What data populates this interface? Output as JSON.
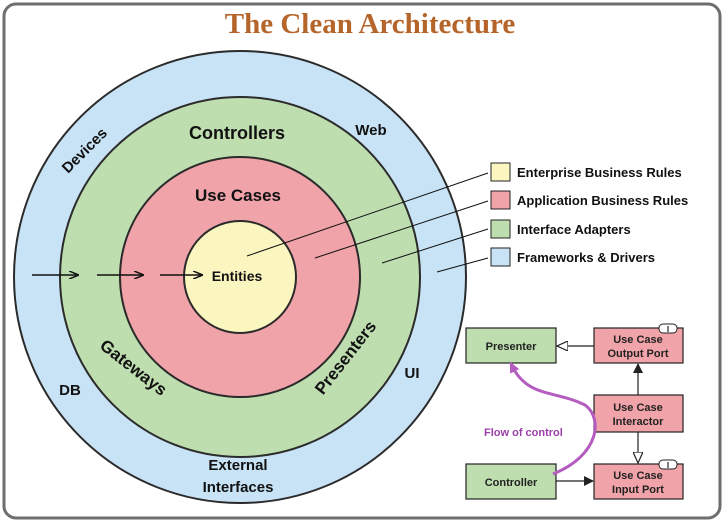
{
  "title": "The Clean Architecture",
  "colors": {
    "frame_border": "#6e6e6e",
    "title": "#b5652a",
    "frameworks": "#c8e3f5",
    "adapters": "#bfdeb0",
    "application": "#f0a3a8",
    "enterprise": "#fbf5bf",
    "ring_stroke": "#2b2b2b",
    "flow": "#b45cc0"
  },
  "rings": {
    "entities": "Entities",
    "use_cases": "Use Cases",
    "controllers": "Controllers",
    "gateways": "Gateways",
    "presenters": "Presenters",
    "devices": "Devices",
    "web": "Web",
    "db": "DB",
    "ui": "UI",
    "external_line1": "External",
    "external_line2": "Interfaces"
  },
  "legend": [
    {
      "label": "Enterprise Business Rules",
      "color": "#fbf5bf"
    },
    {
      "label": "Application Business Rules",
      "color": "#f0a3a8"
    },
    {
      "label": "Interface Adapters",
      "color": "#bfdeb0"
    },
    {
      "label": "Frameworks & Drivers",
      "color": "#c8e3f5"
    }
  ],
  "flow_diagram": {
    "presenter": "Presenter",
    "controller": "Controller",
    "output_port_line1": "Use Case",
    "output_port_line2": "Output Port",
    "interactor_line1": "Use Case",
    "interactor_line2": "Interactor",
    "input_port_line1": "Use Case",
    "input_port_line2": "Input Port",
    "interface_marker": "I",
    "flow_of_control": "Flow of control"
  }
}
